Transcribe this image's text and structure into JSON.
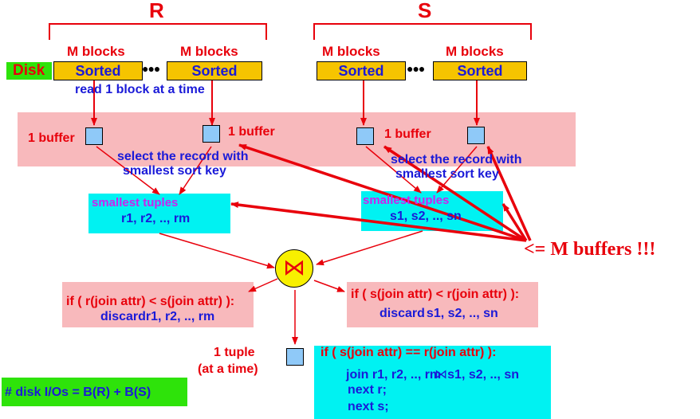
{
  "relations": {
    "r_label": "R",
    "s_label": "S"
  },
  "disk_label": "Disk",
  "r_group": {
    "left_blocks": "M blocks",
    "right_blocks": "M blocks",
    "left_sorted": "Sorted",
    "right_sorted": "Sorted",
    "read_note": "read 1 block at a time"
  },
  "s_group": {
    "left_blocks": "M blocks",
    "right_blocks": "M blocks",
    "left_sorted": "Sorted",
    "right_sorted": "Sorted"
  },
  "buffers": {
    "r_left": "1 buffer",
    "r_right": "1 buffer",
    "s_left": "1 buffer"
  },
  "select_note": {
    "r_line1": "select the record with",
    "r_line2": "smallest sort key",
    "s_line1": "select the record with",
    "s_line2": "smallest sort key"
  },
  "smallest": {
    "r_title": "smallest tuples",
    "r_values": "r1, r2, .., rm",
    "s_title": "smallest tuples",
    "s_values": "s1, s2, .., sn"
  },
  "buffers_note": "<= M buffers !!!",
  "join_symbol": "⋈",
  "left_case": {
    "condition": "if ( r(join attr) < s(join attr) ):",
    "action": "discard",
    "tuples": "r1, r2, .., rm"
  },
  "right_case": {
    "condition": "if ( s(join attr) < r(join attr) ):",
    "action": "discard",
    "tuples": "s1, s2, .., sn"
  },
  "tuple_note": {
    "line1": "1 tuple",
    "line2": "(at a time)"
  },
  "equal_case": {
    "condition": "if ( s(join attr) == r(join attr) ):",
    "join_keyword": "join",
    "r_tuples": "r1, r2, .., rm",
    "join_glyph": "⋈",
    "s_tuples": "s1, s2, .., sn",
    "next_r": "next r;",
    "next_s": "next s;"
  },
  "io_cost": "# disk I/Os = B(R) + B(S)"
}
